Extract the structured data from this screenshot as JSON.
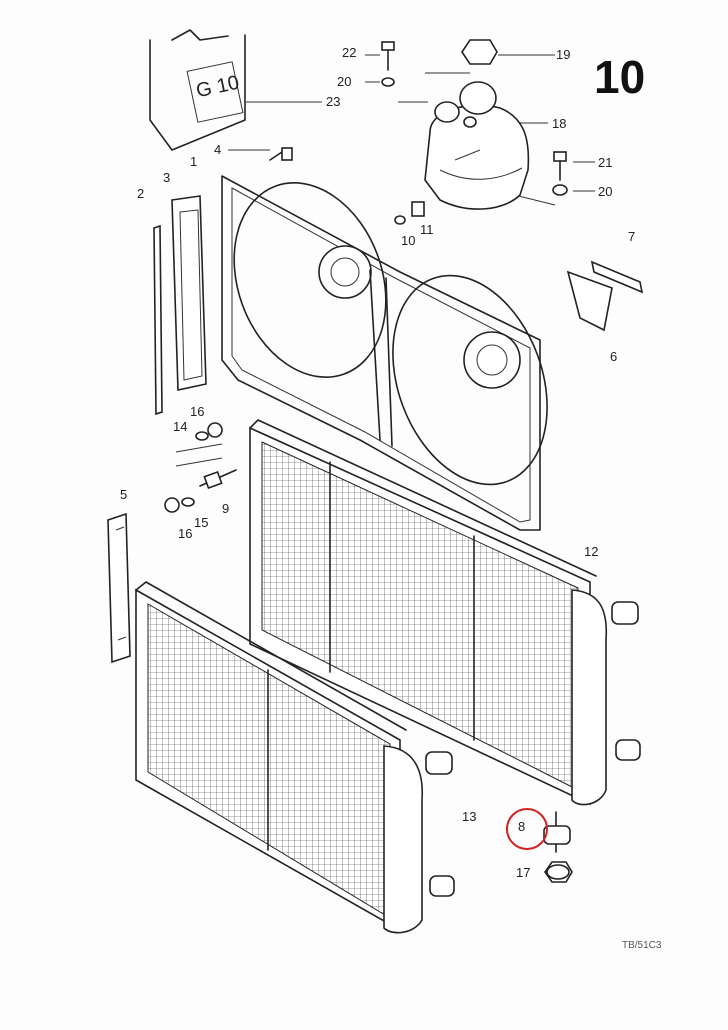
{
  "page": {
    "number": "10",
    "drawing_ref": "TB/51C3"
  },
  "canister_label": "G 10",
  "callouts": {
    "c1": "1",
    "c2": "2",
    "c3": "3",
    "c4": "4",
    "c5": "5",
    "c6": "6",
    "c7": "7",
    "c8": "8",
    "c9": "9",
    "c10": "10",
    "c11": "11",
    "c12": "12",
    "c13": "13",
    "c14": "14",
    "c15": "15",
    "c16a": "16",
    "c16b": "16",
    "c17": "17",
    "c18": "18",
    "c19": "19",
    "c20a": "20",
    "c20b": "20",
    "c21": "21",
    "c22": "22",
    "c23": "23"
  },
  "highlighted_callout": "8",
  "colors": {
    "highlight": "#d32222",
    "ink": "#222222"
  }
}
